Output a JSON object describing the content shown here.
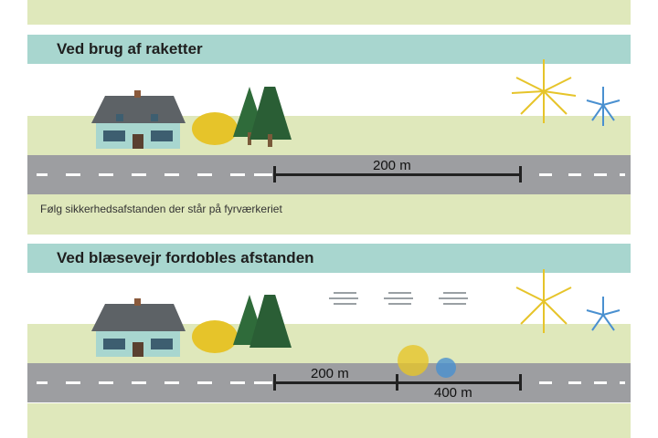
{
  "section1": {
    "title": "Ved brug af raketter",
    "distance_label": "200 m",
    "note": "Følg sikkerhedsafstanden der står på fyrværkeriet"
  },
  "section2": {
    "title": "Ved blæsevejr fordobles afstanden",
    "distance_label_1": "200 m",
    "distance_label_2": "400 m"
  },
  "colors": {
    "grass": "#dfe8bb",
    "header": "#a8d6cf",
    "road": "#9d9ea1"
  }
}
